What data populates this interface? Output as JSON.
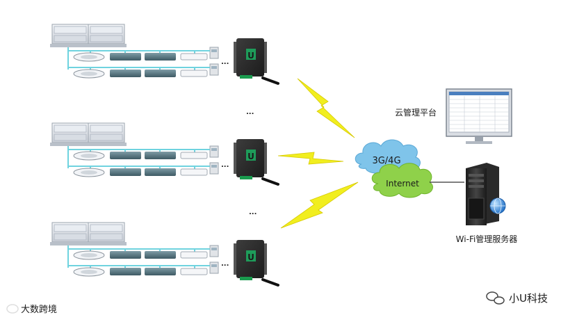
{
  "cloud_3g": "3G/4G",
  "cloud_internet": "Internet",
  "label_cloud_platform": "云管理平台",
  "label_wifi_server": "Wi-Fi管理服务器",
  "gateway_badge": "U",
  "ellipsis": "...",
  "watermark_left": "大数跨境",
  "watermark_right": "小U科技",
  "colors": {
    "pipe": "#6fd3df",
    "gateway": "#2e2e2e",
    "gateway_badge": "#1e9c5a",
    "bolt": "#f1ee1f",
    "cloud_blue": "#7fc4ea",
    "cloud_green": "#8fd14a"
  },
  "icons": [
    "outdoor-ac-unit",
    "cassette-indoor-unit",
    "duct-indoor-unit",
    "wall-indoor-unit",
    "control-panel",
    "iot-gateway",
    "lightning-bolt",
    "cloud",
    "monitor",
    "server-tower",
    "globe-icon",
    "wechat-icon"
  ]
}
